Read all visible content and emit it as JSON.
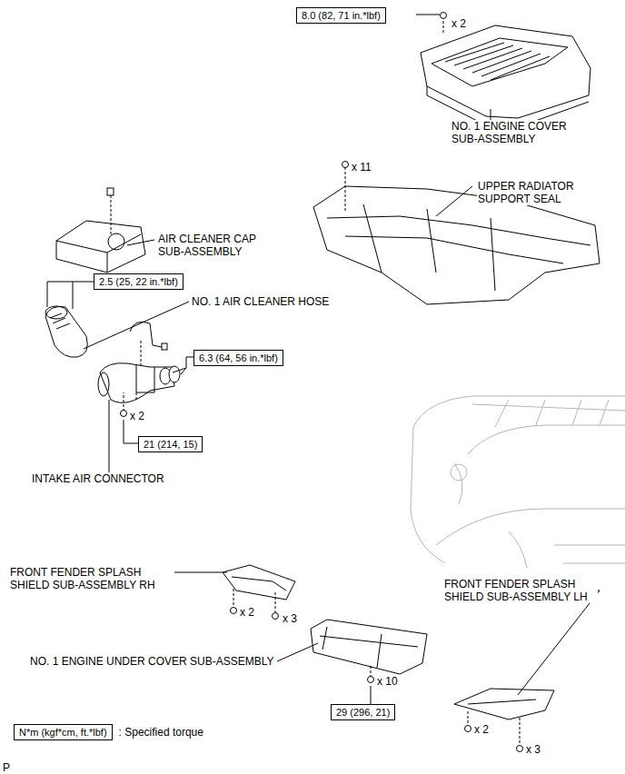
{
  "diagram": {
    "nodes": [
      {
        "text": [
          "8.0 (82, 71 in.*lbf)"
        ]
      },
      {
        "text": [
          "2.5 (25, 22 in.*lbf)"
        ]
      },
      {
        "text": [
          "6.3 (64, 56 in.*lbf)"
        ]
      },
      {
        "text": [
          "21 (214, 15)"
        ]
      },
      {
        "text": [
          "29 (296, 21)"
        ]
      },
      {
        "text": [
          "N*m (kgf*cm, ft.*lbf)"
        ]
      }
    ],
    "labels": [
      "x 2",
      "NO. 1 ENGINE COVER SUB-ASSEMBLY",
      "x 11",
      "UPPER RADIATOR SUPPORT SEAL",
      "AIR CLEANER CAP SUB-ASSEMBLY",
      "NO. 1 AIR CLEANER HOSE",
      "x 2",
      "INTAKE AIR CONNECTOR",
      "FRONT FENDER SPLASH SHIELD SUB-ASSEMBLY RH",
      "x 2",
      "x 3",
      "NO. 1 ENGINE UNDER COVER SUB-ASSEMBLY",
      "x 10",
      "FRONT FENDER SPLASH SHIELD SUB-ASSEMBLY LH",
      "x 2",
      "x 3",
      "P"
    ],
    "legend": [
      {
        "text": ": Specified torque"
      }
    ]
  }
}
